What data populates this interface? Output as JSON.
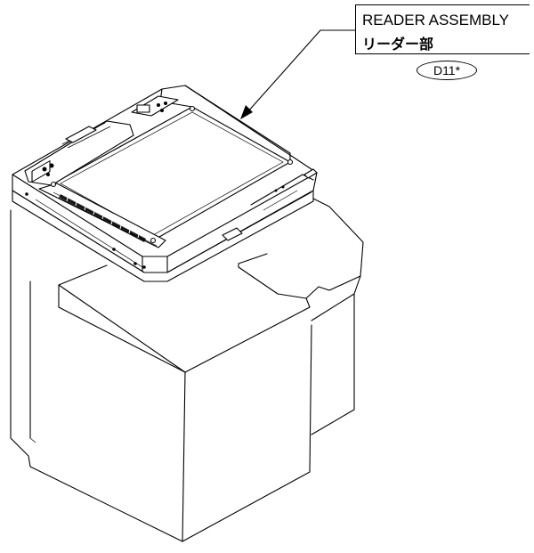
{
  "label": {
    "title_en": "READER ASSEMBLY",
    "title_ja": "リーダー部"
  },
  "callout": {
    "code": "D11*"
  }
}
